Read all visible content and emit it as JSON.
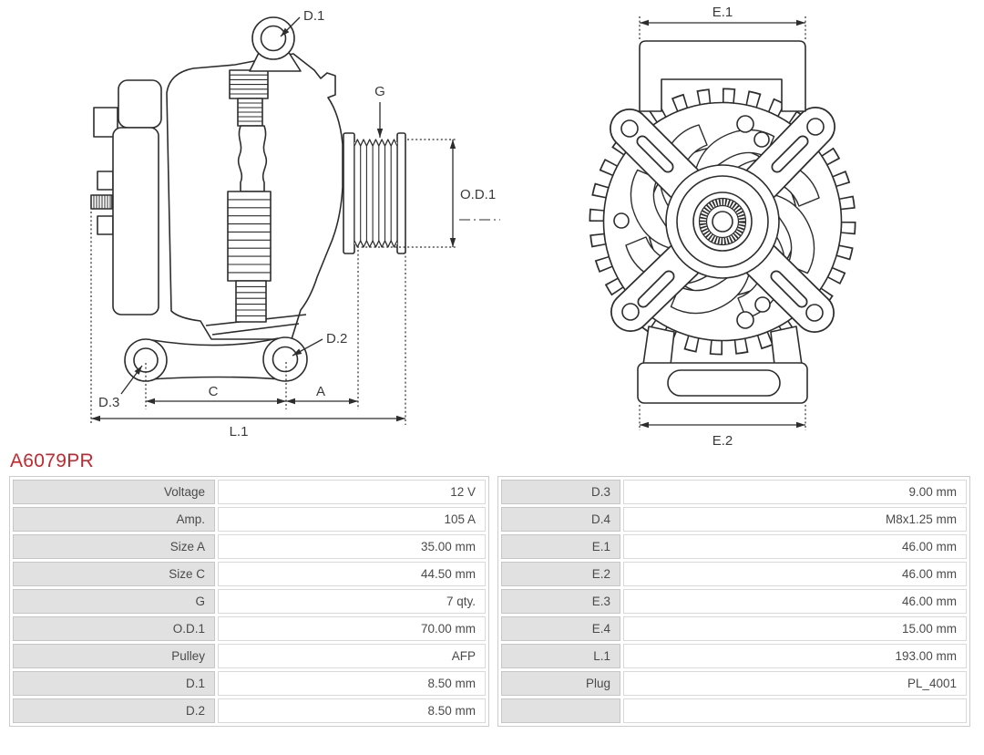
{
  "part_number": "A6079PR",
  "colors": {
    "part_number_red": "#c3282e",
    "diagram_stroke": "#2d2d2d",
    "table_label_bg": "#e1e1e1",
    "table_border": "#cccccc",
    "table_text": "#4a4a4a"
  },
  "diagrams": {
    "side_view": {
      "description": "alternator-side-view-technical-drawing",
      "labels": {
        "d1": "D.1",
        "g": "G",
        "od1": "O.D.1",
        "d2": "D.2",
        "d3": "D.3",
        "c": "C",
        "a": "A",
        "l1": "L.1"
      }
    },
    "front_view": {
      "description": "alternator-front-view-technical-drawing",
      "labels": {
        "e1": "E.1",
        "e2": "E.2"
      }
    }
  },
  "table": {
    "left": {
      "rows": [
        {
          "label": "Voltage",
          "value": "12 V"
        },
        {
          "label": "Amp.",
          "value": "105 A"
        },
        {
          "label": "Size A",
          "value": "35.00 mm"
        },
        {
          "label": "Size C",
          "value": "44.50 mm"
        },
        {
          "label": "G",
          "value": "7 qty."
        },
        {
          "label": "O.D.1",
          "value": "70.00 mm"
        },
        {
          "label": "Pulley",
          "value": "AFP"
        },
        {
          "label": "D.1",
          "value": "8.50 mm"
        },
        {
          "label": "D.2",
          "value": "8.50 mm"
        }
      ]
    },
    "right": {
      "rows": [
        {
          "label": "D.3",
          "value": "9.00 mm"
        },
        {
          "label": "D.4",
          "value": "M8x1.25 mm"
        },
        {
          "label": "E.1",
          "value": "46.00 mm"
        },
        {
          "label": "E.2",
          "value": "46.00 mm"
        },
        {
          "label": "E.3",
          "value": "46.00 mm"
        },
        {
          "label": "E.4",
          "value": "15.00 mm"
        },
        {
          "label": "L.1",
          "value": "193.00 mm"
        },
        {
          "label": "Plug",
          "value": "PL_4001"
        },
        {
          "label": "",
          "value": ""
        }
      ]
    }
  }
}
